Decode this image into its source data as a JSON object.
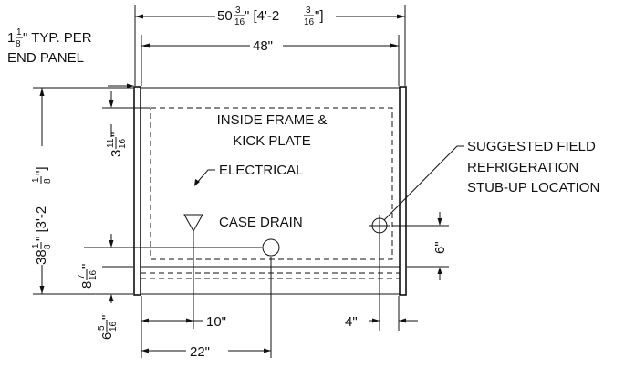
{
  "dims": {
    "overall_width": {
      "whole": "50",
      "num": "3",
      "den": "16",
      "bracket_pre": "\" [4'-2",
      "bracket_num": "3",
      "bracket_den": "16",
      "bracket_post": "\"]"
    },
    "inner_width": "48\"",
    "end_panel": {
      "whole": "1",
      "num": "1",
      "den": "8",
      "line1": "\" TYP. PER",
      "line2": "END PANEL"
    },
    "inside_frame_offset": {
      "whole": "3",
      "num": "11",
      "den": "16",
      "unit": "\""
    },
    "overall_depth": {
      "whole": "38",
      "num": "1",
      "den": "8",
      "bracket_pre": "\" [3'-2",
      "bracket_num": "1",
      "bracket_den": "8",
      "bracket_post": "\"]"
    },
    "drain_height": {
      "whole": "8",
      "num": "7",
      "den": "16",
      "unit": "\""
    },
    "kick_height": {
      "whole": "6",
      "num": "5",
      "den": "16",
      "unit": "\""
    },
    "stub_height": "6\"",
    "electrical_offset": "10\"",
    "drain_offset": "22\"",
    "stub_offset": "4\""
  },
  "notes": {
    "inside_frame_line1": "INSIDE FRAME &",
    "inside_frame_line2": "KICK PLATE",
    "electrical": "ELECTRICAL",
    "case_drain": "CASE DRAIN",
    "stub_line1": "SUGGESTED FIELD",
    "stub_line2": "REFRIGERATION",
    "stub_line3": "STUB-UP LOCATION"
  }
}
